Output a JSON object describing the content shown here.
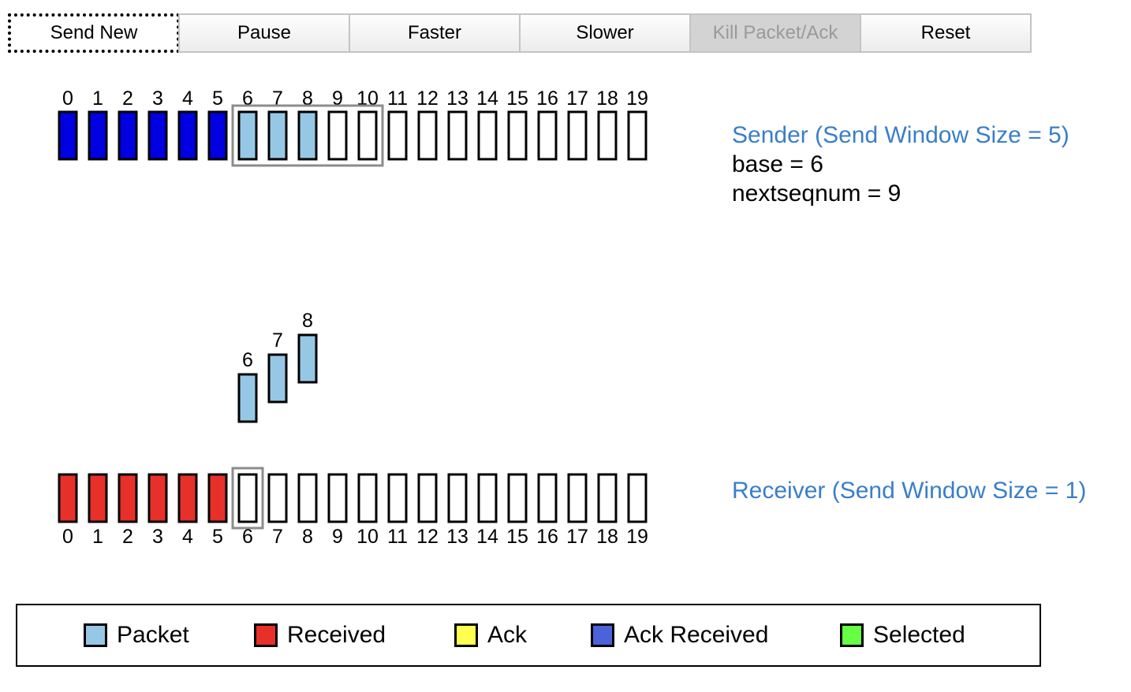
{
  "toolbar": {
    "send_new": "Send New",
    "pause": "Pause",
    "faster": "Faster",
    "slower": "Slower",
    "kill": "Kill Packet/Ack",
    "reset": "Reset"
  },
  "sender": {
    "title": "Sender (Send Window Size = 5)",
    "base_text": "base = 6",
    "nextseqnum_text": "nextseqnum = 9",
    "window_start": 6,
    "window_size": 5,
    "slots": [
      {
        "num": "0",
        "state": "ack_received"
      },
      {
        "num": "1",
        "state": "ack_received"
      },
      {
        "num": "2",
        "state": "ack_received"
      },
      {
        "num": "3",
        "state": "ack_received"
      },
      {
        "num": "4",
        "state": "ack_received"
      },
      {
        "num": "5",
        "state": "ack_received"
      },
      {
        "num": "6",
        "state": "packet"
      },
      {
        "num": "7",
        "state": "packet"
      },
      {
        "num": "8",
        "state": "packet"
      },
      {
        "num": "9",
        "state": "empty"
      },
      {
        "num": "10",
        "state": "empty"
      },
      {
        "num": "11",
        "state": "empty"
      },
      {
        "num": "12",
        "state": "empty"
      },
      {
        "num": "13",
        "state": "empty"
      },
      {
        "num": "14",
        "state": "empty"
      },
      {
        "num": "15",
        "state": "empty"
      },
      {
        "num": "16",
        "state": "empty"
      },
      {
        "num": "17",
        "state": "empty"
      },
      {
        "num": "18",
        "state": "empty"
      },
      {
        "num": "19",
        "state": "empty"
      }
    ]
  },
  "receiver": {
    "title": "Receiver (Send Window Size = 1)",
    "window_start": 6,
    "window_size": 1,
    "slots": [
      {
        "num": "0",
        "state": "received"
      },
      {
        "num": "1",
        "state": "received"
      },
      {
        "num": "2",
        "state": "received"
      },
      {
        "num": "3",
        "state": "received"
      },
      {
        "num": "4",
        "state": "received"
      },
      {
        "num": "5",
        "state": "received"
      },
      {
        "num": "6",
        "state": "empty"
      },
      {
        "num": "7",
        "state": "empty"
      },
      {
        "num": "8",
        "state": "empty"
      },
      {
        "num": "9",
        "state": "empty"
      },
      {
        "num": "10",
        "state": "empty"
      },
      {
        "num": "11",
        "state": "empty"
      },
      {
        "num": "12",
        "state": "empty"
      },
      {
        "num": "13",
        "state": "empty"
      },
      {
        "num": "14",
        "state": "empty"
      },
      {
        "num": "15",
        "state": "empty"
      },
      {
        "num": "16",
        "state": "empty"
      },
      {
        "num": "17",
        "state": "empty"
      },
      {
        "num": "18",
        "state": "empty"
      },
      {
        "num": "19",
        "state": "empty"
      }
    ]
  },
  "in_flight": [
    {
      "label": "6",
      "seq": 6,
      "type": "packet"
    },
    {
      "label": "7",
      "seq": 7,
      "type": "packet"
    },
    {
      "label": "8",
      "seq": 8,
      "type": "packet"
    }
  ],
  "legend": {
    "packet": "Packet",
    "received": "Received",
    "ack": "Ack",
    "ack_received": "Ack Received",
    "selected": "Selected"
  },
  "colors": {
    "packet": "#96c8e6",
    "received": "#e8302a",
    "ack": "#ffff50",
    "ack_received": "#0000e0",
    "ack_received_legend": "#4a63d8",
    "selected": "#66ff44",
    "empty": "#ffffff",
    "window_border": "#8c8c8c",
    "title": "#3a7ec9"
  },
  "icons": {
    "packet": "rect-swatch",
    "received": "rect-swatch",
    "ack": "rect-swatch",
    "ack_received": "rect-swatch",
    "selected": "rect-swatch"
  }
}
